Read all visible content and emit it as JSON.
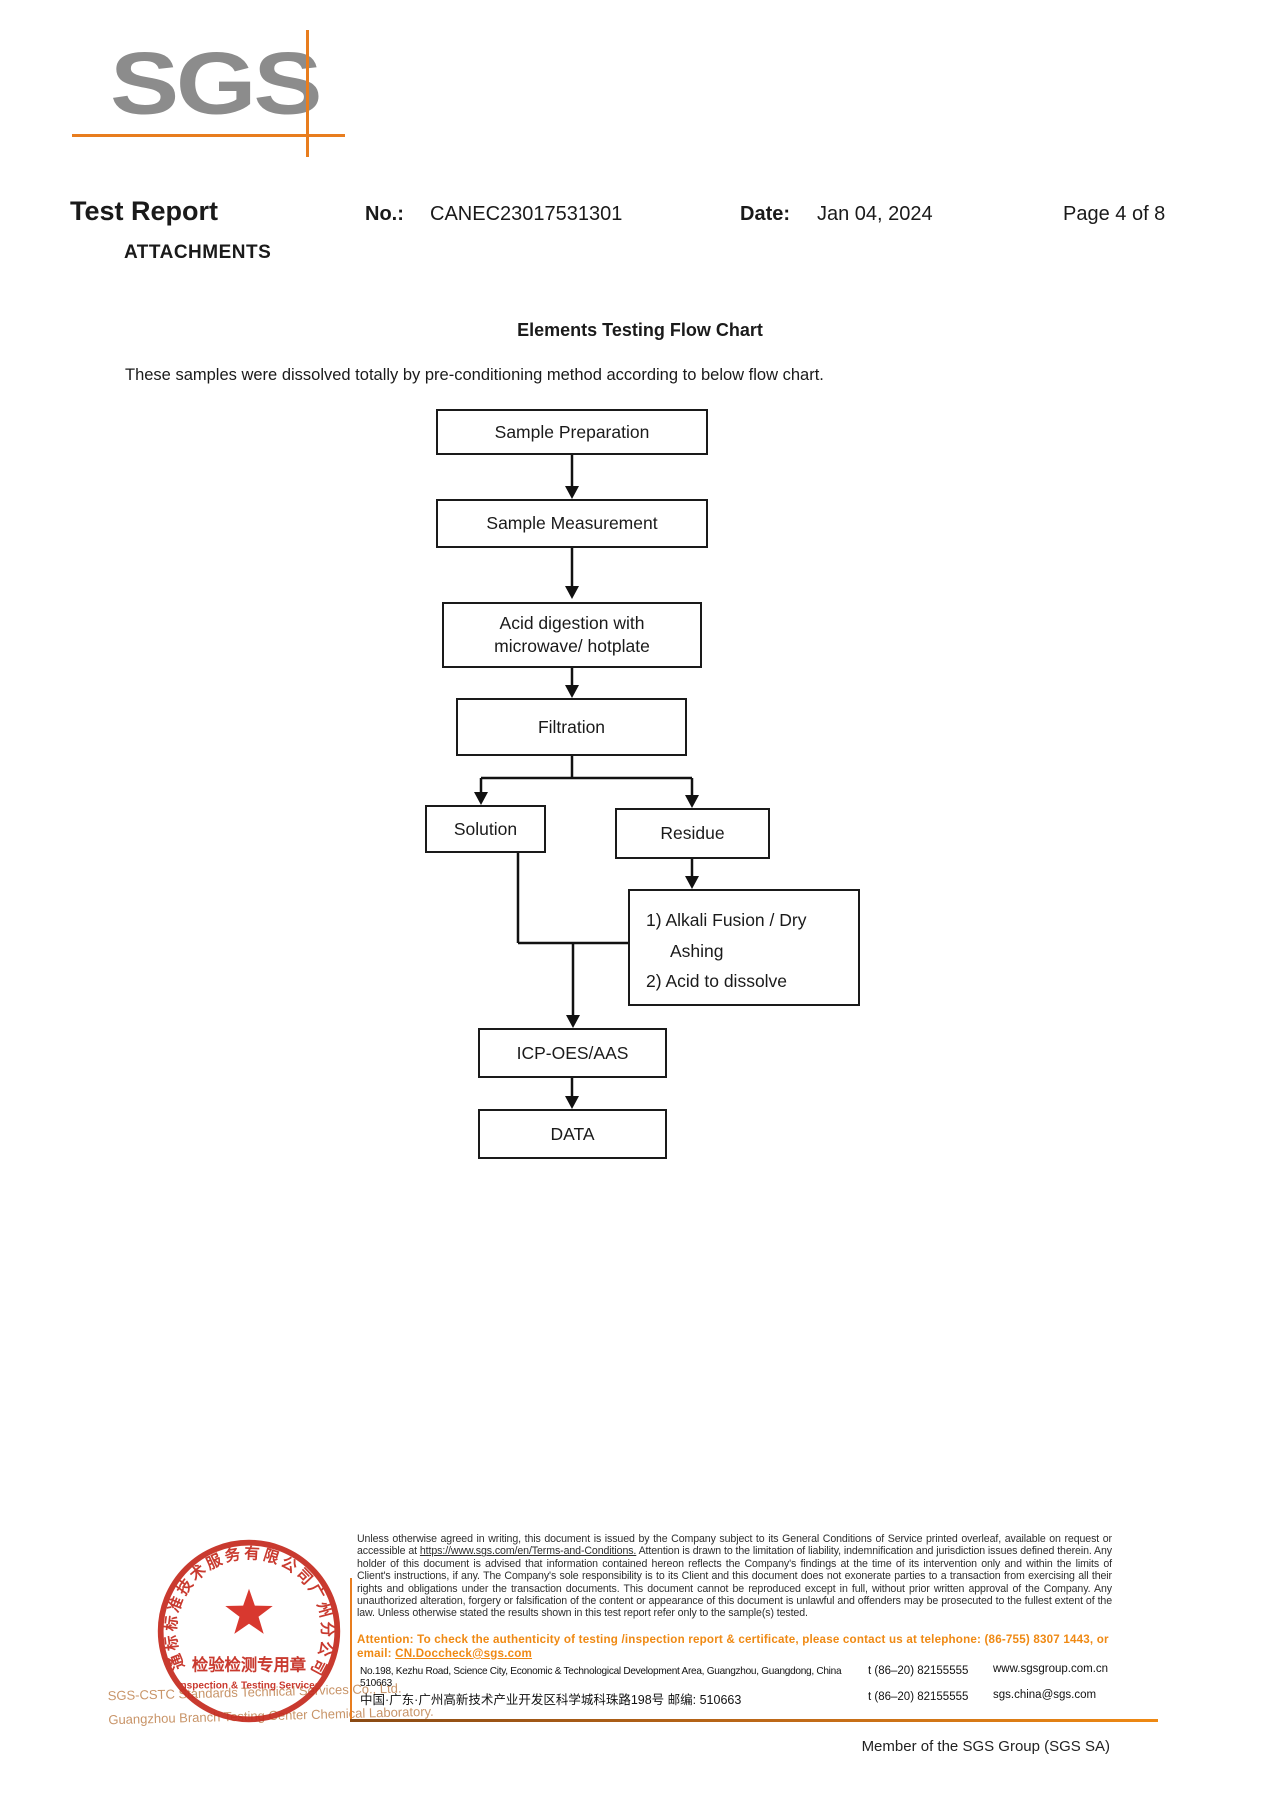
{
  "header": {
    "logo_text": "SGS",
    "title": "Test Report",
    "no_label": "No.:",
    "no_value": "CANEC23017531301",
    "date_label": "Date:",
    "date_value": "Jan 04, 2024",
    "page_label": "Page 4 of 8",
    "attachments_label": "ATTACHMENTS"
  },
  "flowchart": {
    "title": "Elements Testing Flow Chart",
    "intro": "These samples were dissolved totally by pre-conditioning method according to below flow chart.",
    "nodes": [
      {
        "label": "Sample Preparation"
      },
      {
        "label": "Sample Measurement"
      },
      {
        "label": "Acid digestion with microwave/ hotplate"
      },
      {
        "label": "Filtration"
      },
      {
        "label": "Solution"
      },
      {
        "label": "Residue"
      },
      {
        "label": "ICP-OES/AAS"
      },
      {
        "label": "DATA"
      }
    ],
    "alkali_box": {
      "line1": "1) Alkali Fusion / Dry",
      "line2": "Ashing",
      "line3": "2) Acid to dissolve"
    }
  },
  "footer": {
    "stamp": {
      "ring_text": "通标标准技术服务有限公司广州分公司",
      "cn_line": "检验检测专用章",
      "en_line": "Inspection & Testing Services"
    },
    "company_line1": "SGS-CSTC Standards Technical Services Co., Ltd.",
    "company_line2": "Guangzhou Branch Testing Center Chemical Laboratory.",
    "legal_p1": "Unless otherwise agreed in writing, this document is issued by the Company subject to its General Conditions of Service printed overleaf, available on request or accessible at ",
    "legal_url": "https://www.sgs.com/en/Terms-and-Conditions.",
    "legal_p2": " Attention is drawn to the limitation of liability, indemnification and jurisdiction issues defined therein. Any holder of this document is advised that information contained hereon reflects the Company's findings at the time of its intervention only and within the limits of Client's instructions, if any. The Company's sole responsibility is to its Client and this document does not exonerate parties to a transaction from exercising all their rights and obligations under the transaction documents. This document cannot be reproduced except in full, without prior written approval of the Company. Any unauthorized alteration, forgery or falsification of the content or appearance of this document is unlawful and offenders may be prosecuted to the fullest extent of the law. Unless otherwise stated the results shown in this test report refer only to the sample(s) tested.",
    "attention_text": "Attention: To check the authenticity of testing /inspection report & certificate, please contact us at telephone: (86-755) 8307 1443, or email: ",
    "attention_email": "CN.Doccheck@sgs.com",
    "address_en": "No.198, Kezhu Road, Science City, Economic & Technological Development Area, Guangzhou, Guangdong, China 510663",
    "address_cn": "中国·广东·广州高新技术产业开发区科学城科珠路198号   邮编: 510663",
    "tel1": "t (86–20) 82155555",
    "tel2": "t (86–20) 82155555",
    "web": "www.sgsgroup.com.cn",
    "email": "sgs.china@sgs.com",
    "member": "Member of the SGS Group (SGS SA)"
  }
}
